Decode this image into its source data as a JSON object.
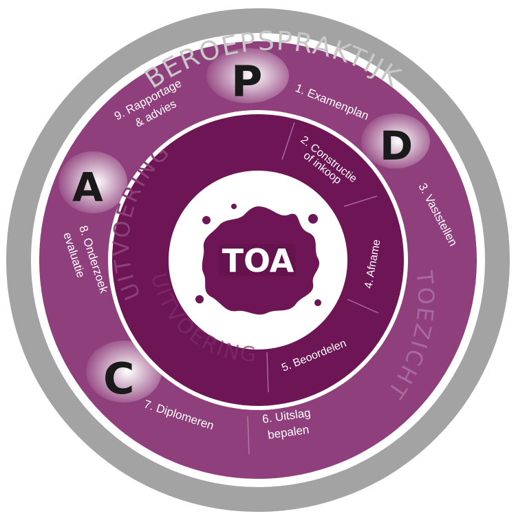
{
  "outer_ring": {
    "label": "BEROEPSPRAKTIJK"
  },
  "middle_ring": {
    "steps": [
      {
        "label": "1. Examenplan"
      },
      {
        "label": "3. Vaststellen"
      },
      {
        "label_line1": "6. Uitslag",
        "label_line2": "bepalen"
      },
      {
        "label": "7. Diplomeren"
      },
      {
        "label_line1": "8. Onderzoek",
        "label_line2": "evaluatie"
      },
      {
        "label_line1": "9. Rapportage",
        "label_line2": "& advies"
      }
    ],
    "side_label": "TOEZICHT"
  },
  "inner_ring": {
    "steps": [
      {
        "label_line1": "2. Constructie",
        "label_line2": "of inkoop"
      },
      {
        "label": "4. Afname"
      },
      {
        "label": "5. Beoordelen"
      }
    ],
    "side_label": "UITVOERING",
    "side_label_mirror": "UITVOERING"
  },
  "pdca": {
    "p": "P",
    "d": "D",
    "c": "C",
    "a": "A"
  },
  "center": {
    "logo_text": "TOA"
  },
  "colors": {
    "outer_ring": "#a3a3a3",
    "middle_ring": "#8f3f7c",
    "inner_ring": "#6e1556",
    "ring_label": "#c7c7c7",
    "white": "#ffffff"
  }
}
